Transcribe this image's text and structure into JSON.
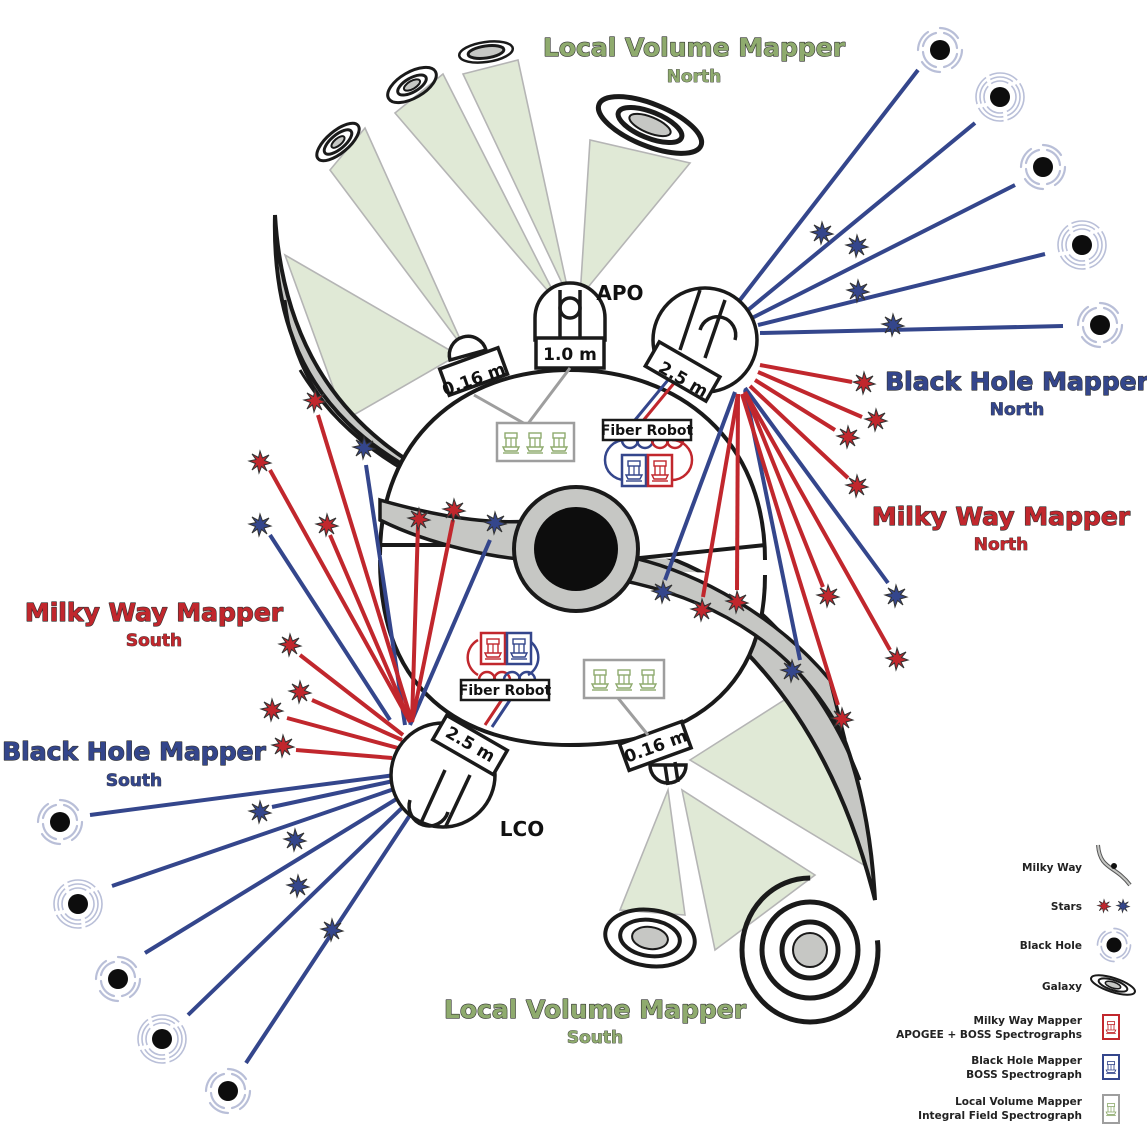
{
  "survey_labels": {
    "lvm_north": {
      "title": "Local Volume Mapper",
      "sub": "North"
    },
    "lvm_south": {
      "title": "Local Volume Mapper",
      "sub": "South"
    },
    "bhm_north": {
      "title": "Black Hole Mapper",
      "sub": "North"
    },
    "bhm_south": {
      "title": "Black Hole Mapper",
      "sub": "South"
    },
    "mwm_north": {
      "title": "Milky Way Mapper",
      "sub": "North"
    },
    "mwm_south": {
      "title": "Milky Way Mapper",
      "sub": "South"
    }
  },
  "observatories": {
    "apo": {
      "name": "APO",
      "telescopes": [
        "0.16 m",
        "1.0 m",
        "2.5 m"
      ]
    },
    "lco": {
      "name": "LCO",
      "telescopes": [
        "2.5 m",
        "0.16 m"
      ]
    }
  },
  "fiber_robot_label": "Fiber Robot",
  "legend": {
    "milky_way": "Milky Way",
    "stars": "Stars",
    "black_hole": "Black Hole",
    "galaxy": "Galaxy",
    "mwm": {
      "line1": "Milky Way Mapper",
      "line2": "APOGEE  + BOSS Spectrographs"
    },
    "bhm": {
      "line1": "Black Hole Mapper",
      "line2": "BOSS Spectrograph"
    },
    "lvm": {
      "line1": "Local Volume Mapper",
      "line2": "Integral Field Spectrograph"
    }
  },
  "colors": {
    "mwm_red": "#c1272d",
    "bhm_blue": "#34468c",
    "lvm_green": "#8fab6e",
    "lvm_fill": "#e0e9d6",
    "milky_way_gray": "#c6c7c4"
  }
}
